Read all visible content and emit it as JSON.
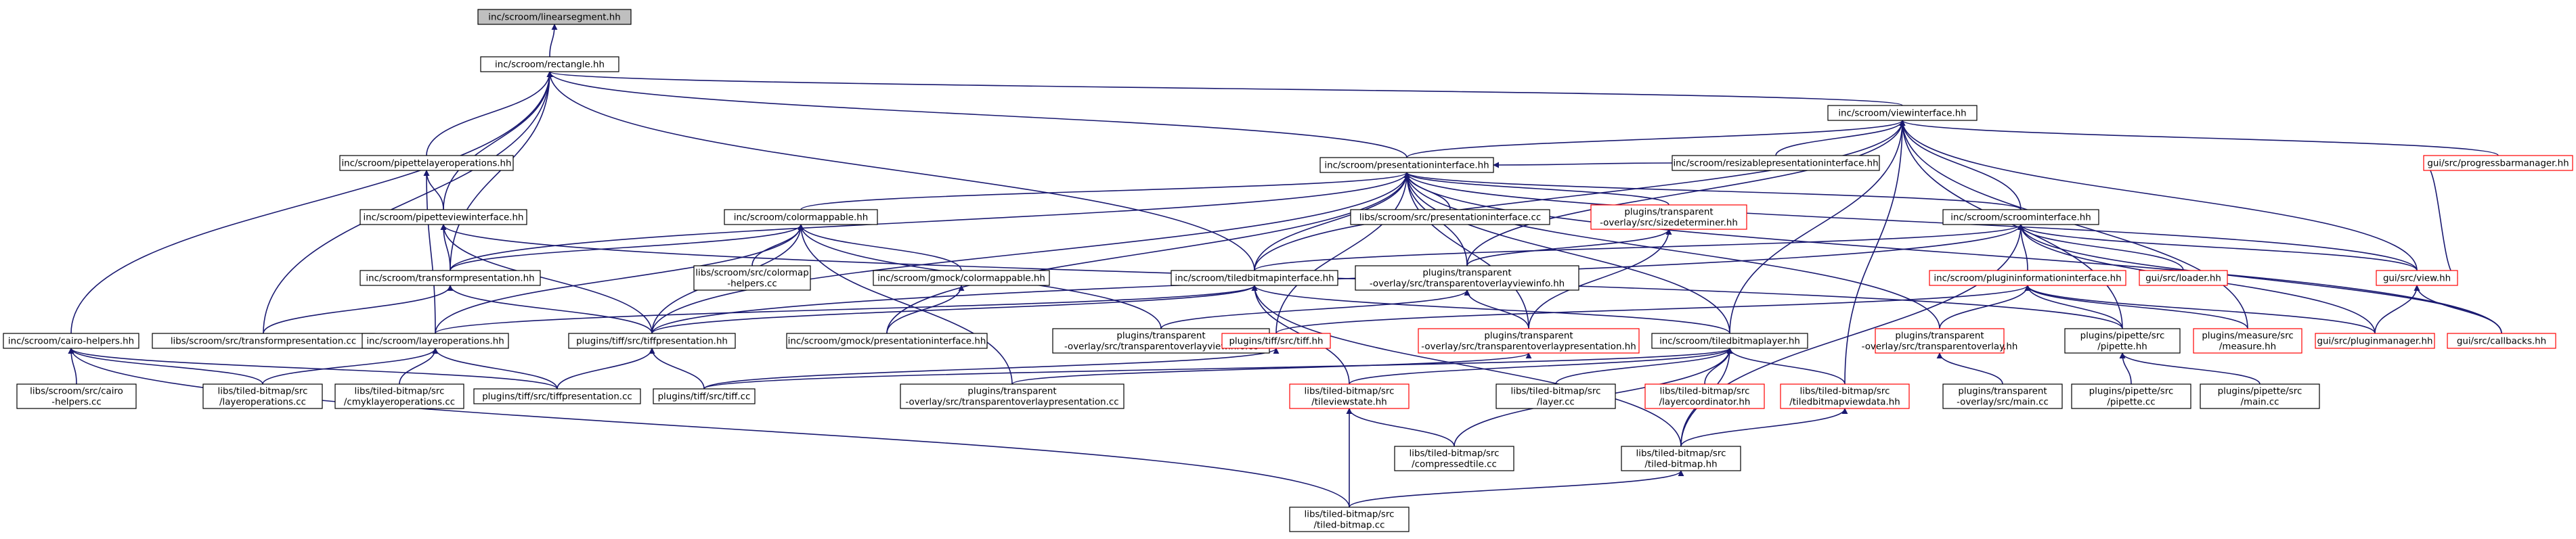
{
  "colors": {
    "edge": "#191970",
    "node_border_black": "#000000",
    "node_border_red": "#ff0000",
    "node_fill_current": "#bfbfbf",
    "node_fill_default": "#ffffff"
  },
  "nodes": [
    {
      "id": "linearsegment",
      "lines": [
        "inc/scroom/linearsegment.hh"
      ],
      "current": true
    },
    {
      "id": "rectangle",
      "lines": [
        "inc/scroom/rectangle.hh"
      ]
    },
    {
      "id": "viewinterface",
      "lines": [
        "inc/scroom/viewinterface.hh"
      ]
    },
    {
      "id": "pipettelayerops",
      "lines": [
        "inc/scroom/pipettelayeroperations.hh"
      ]
    },
    {
      "id": "presentationinterface",
      "lines": [
        "inc/scroom/presentationinterface.hh"
      ]
    },
    {
      "id": "resizablepres",
      "lines": [
        "inc/scroom/resizablepresentationinterface.hh"
      ]
    },
    {
      "id": "progressbarmanager",
      "lines": [
        "gui/src/progressbarmanager.hh"
      ],
      "red": true
    },
    {
      "id": "pipetteviewinterface",
      "lines": [
        "inc/scroom/pipetteviewinterface.hh"
      ]
    },
    {
      "id": "colormappable",
      "lines": [
        "inc/scroom/colormappable.hh"
      ]
    },
    {
      "id": "presentationinterface_cc",
      "lines": [
        "libs/scroom/src/presentationinterface.cc"
      ]
    },
    {
      "id": "sizedeterminer",
      "lines": [
        "plugins/transparent",
        "-overlay/src/sizedeterminer.hh"
      ],
      "red": true
    },
    {
      "id": "scroominterface",
      "lines": [
        "inc/scroom/scroominterface.hh"
      ]
    },
    {
      "id": "transformpresentation",
      "lines": [
        "inc/scroom/transformpresentation.hh"
      ]
    },
    {
      "id": "colormap_helpers",
      "lines": [
        "libs/scroom/src/colormap",
        "-helpers.cc"
      ]
    },
    {
      "id": "gmock_colormappable",
      "lines": [
        "inc/scroom/gmock/colormappable.hh"
      ]
    },
    {
      "id": "tiledbitmapinterface",
      "lines": [
        "inc/scroom/tiledbitmapinterface.hh"
      ]
    },
    {
      "id": "tovi_hh",
      "lines": [
        "plugins/transparent",
        "-overlay/src/transparentoverlayviewinfo.hh"
      ]
    },
    {
      "id": "plugininformationinterface",
      "lines": [
        "inc/scroom/plugininformationinterface.hh"
      ],
      "red": true
    },
    {
      "id": "loader",
      "lines": [
        "gui/src/loader.hh"
      ],
      "red": true
    },
    {
      "id": "view",
      "lines": [
        "gui/src/view.hh"
      ],
      "red": true
    },
    {
      "id": "cairo_helpers",
      "lines": [
        "inc/scroom/cairo-helpers.hh"
      ]
    },
    {
      "id": "transformpresentation_cc",
      "lines": [
        "libs/scroom/src/transformpresentation.cc"
      ]
    },
    {
      "id": "layeroperations",
      "lines": [
        "inc/scroom/layeroperations.hh"
      ]
    },
    {
      "id": "tiffpresentation_hh",
      "lines": [
        "plugins/tiff/src/tiffpresentation.hh"
      ]
    },
    {
      "id": "gmock_presentationinterface",
      "lines": [
        "inc/scroom/gmock/presentationinterface.hh"
      ]
    },
    {
      "id": "tovi_cc",
      "lines": [
        "plugins/transparent",
        "-overlay/src/transparentoverlayviewinfo.cc"
      ]
    },
    {
      "id": "tiff_hh",
      "lines": [
        "plugins/tiff/src/tiff.hh"
      ],
      "red": true
    },
    {
      "id": "top_hh",
      "lines": [
        "plugins/transparent",
        "-overlay/src/transparentoverlaypresentation.hh"
      ],
      "red": true
    },
    {
      "id": "tiledbitmaplayer",
      "lines": [
        "inc/scroom/tiledbitmaplayer.hh"
      ]
    },
    {
      "id": "transparentoverlay_hh",
      "lines": [
        "plugins/transparent",
        "-overlay/src/transparentoverlay.hh"
      ],
      "red": true
    },
    {
      "id": "pipette_hh",
      "lines": [
        "plugins/pipette/src",
        "/pipette.hh"
      ]
    },
    {
      "id": "measure_hh",
      "lines": [
        "plugins/measure/src",
        "/measure.hh"
      ],
      "red": true
    },
    {
      "id": "pluginmanager",
      "lines": [
        "gui/src/pluginmanager.hh"
      ],
      "red": true
    },
    {
      "id": "callbacks",
      "lines": [
        "gui/src/callbacks.hh"
      ],
      "red": true
    },
    {
      "id": "cairo_helpers_cc",
      "lines": [
        "libs/scroom/src/cairo",
        "-helpers.cc"
      ]
    },
    {
      "id": "tb_layeroperations_cc",
      "lines": [
        "libs/tiled-bitmap/src",
        "/layeroperations.cc"
      ]
    },
    {
      "id": "cmyk_layeroperations_cc",
      "lines": [
        "libs/tiled-bitmap/src",
        "/cmyklayeroperations.cc"
      ]
    },
    {
      "id": "tiffpresentation_cc",
      "lines": [
        "plugins/tiff/src/tiffpresentation.cc"
      ]
    },
    {
      "id": "tiff_cc",
      "lines": [
        "plugins/tiff/src/tiff.cc"
      ]
    },
    {
      "id": "top_cc",
      "lines": [
        "plugins/transparent",
        "-overlay/src/transparentoverlaypresentation.cc"
      ]
    },
    {
      "id": "tileviewstate",
      "lines": [
        "libs/tiled-bitmap/src",
        "/tileviewstate.hh"
      ],
      "red": true
    },
    {
      "id": "layer_cc",
      "lines": [
        "libs/tiled-bitmap/src",
        "/layer.cc"
      ]
    },
    {
      "id": "layercoordinator",
      "lines": [
        "libs/tiled-bitmap/src",
        "/layercoordinator.hh"
      ],
      "red": true
    },
    {
      "id": "tbviewdata",
      "lines": [
        "libs/tiled-bitmap/src",
        "/tiledbitmapviewdata.hh"
      ],
      "red": true
    },
    {
      "id": "to_main_cc",
      "lines": [
        "plugins/transparent",
        "-overlay/src/main.cc"
      ]
    },
    {
      "id": "pipette_cc",
      "lines": [
        "plugins/pipette/src",
        "/pipette.cc"
      ]
    },
    {
      "id": "pipette_main_cc",
      "lines": [
        "plugins/pipette/src",
        "/main.cc"
      ]
    },
    {
      "id": "compressedtile",
      "lines": [
        "libs/tiled-bitmap/src",
        "/compressedtile.cc"
      ]
    },
    {
      "id": "tiledbitmap_hh",
      "lines": [
        "libs/tiled-bitmap/src",
        "/tiled-bitmap.hh"
      ]
    },
    {
      "id": "tiledbitmap_cc",
      "lines": [
        "libs/tiled-bitmap/src",
        "/tiled-bitmap.cc"
      ]
    }
  ]
}
